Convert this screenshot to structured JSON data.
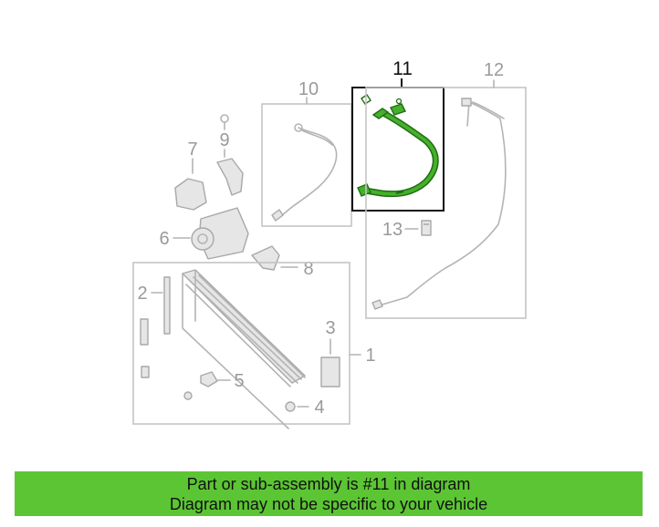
{
  "diagram": {
    "callouts": {
      "c1": "1",
      "c2": "2",
      "c3": "3",
      "c4": "4",
      "c5": "5",
      "c6": "6",
      "c7": "7",
      "c8": "8",
      "c9": "9",
      "c10": "10",
      "c11": "11",
      "c12": "12",
      "c13": "13"
    },
    "highlighted_part": "11",
    "colors": {
      "highlight_part": "#2e8b1e",
      "ghost_parts": "#b4b4b4",
      "banner_background": "#5cc534"
    }
  },
  "banner": {
    "line1": "Part or sub-assembly is #11 in diagram",
    "line2": "Diagram may not be specific to your vehicle"
  }
}
